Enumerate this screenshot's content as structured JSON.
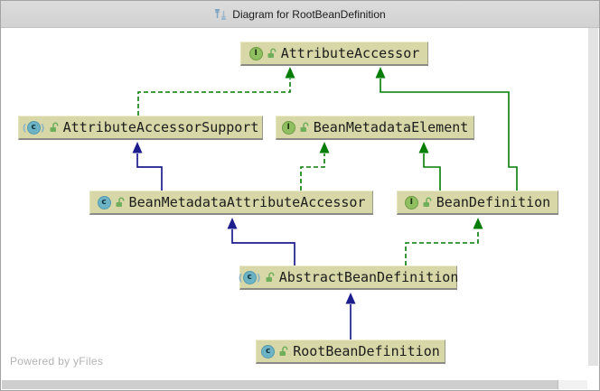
{
  "window": {
    "title": "Diagram for RootBeanDefinition",
    "watermark": "Powered by yFiles"
  },
  "colors": {
    "node_fill": "#d7d7a8",
    "extends_class_edge": "#1d1d8e",
    "interface_edge": "#047d04",
    "interface_icon": "#8fbf60",
    "class_icon": "#6db3c6",
    "titlebar_bg": "#d6d6d6"
  },
  "nodes": [
    {
      "label": "AttributeAccessor",
      "kind": "interface",
      "icon_letter": "I",
      "visibility": "public"
    },
    {
      "label": "AttributeAccessorSupport",
      "kind": "abstract-class",
      "icon_letter": "c",
      "visibility": "public"
    },
    {
      "label": "BeanMetadataElement",
      "kind": "interface",
      "icon_letter": "I",
      "visibility": "public"
    },
    {
      "label": "BeanMetadataAttributeAccessor",
      "kind": "class",
      "icon_letter": "c",
      "visibility": "public"
    },
    {
      "label": "BeanDefinition",
      "kind": "interface",
      "icon_letter": "I",
      "visibility": "public"
    },
    {
      "label": "AbstractBeanDefinition",
      "kind": "abstract-class",
      "icon_letter": "c",
      "visibility": "public"
    },
    {
      "label": "RootBeanDefinition",
      "kind": "class",
      "icon_letter": "c",
      "visibility": "public"
    }
  ],
  "edges": [
    {
      "from": "AttributeAccessorSupport",
      "to": "AttributeAccessor",
      "type": "implements"
    },
    {
      "from": "BeanDefinition",
      "to": "AttributeAccessor",
      "type": "extends-interface"
    },
    {
      "from": "BeanDefinition",
      "to": "BeanMetadataElement",
      "type": "extends-interface"
    },
    {
      "from": "BeanMetadataAttributeAccessor",
      "to": "AttributeAccessorSupport",
      "type": "extends"
    },
    {
      "from": "BeanMetadataAttributeAccessor",
      "to": "BeanMetadataElement",
      "type": "implements"
    },
    {
      "from": "AbstractBeanDefinition",
      "to": "BeanMetadataAttributeAccessor",
      "type": "extends"
    },
    {
      "from": "AbstractBeanDefinition",
      "to": "BeanDefinition",
      "type": "implements"
    },
    {
      "from": "RootBeanDefinition",
      "to": "AbstractBeanDefinition",
      "type": "extends"
    }
  ]
}
